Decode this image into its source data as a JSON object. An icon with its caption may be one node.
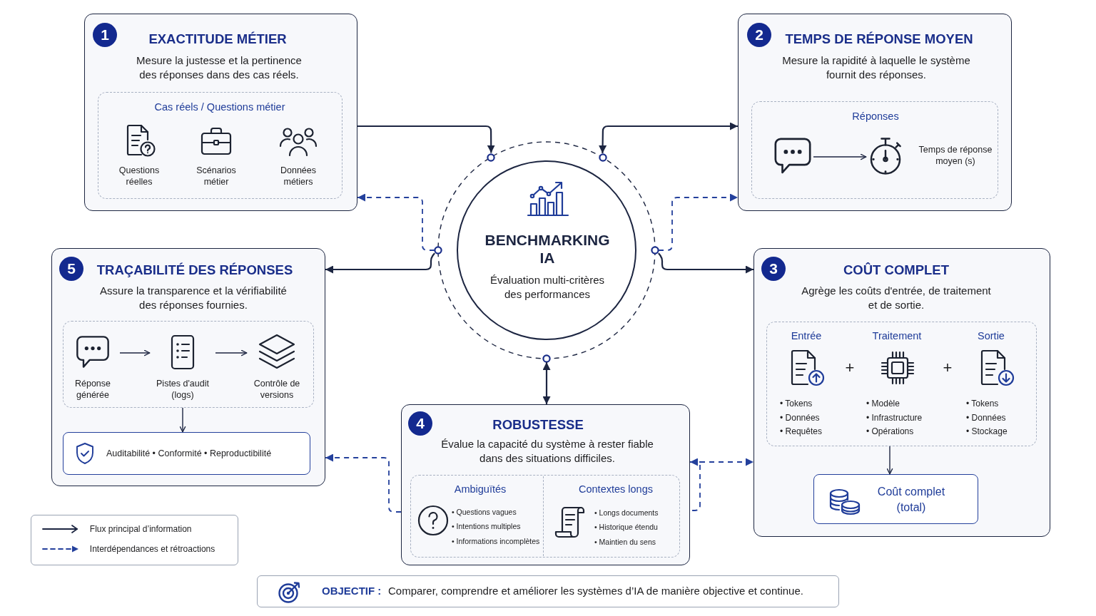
{
  "diagram": {
    "nodes": [
      {
        "text": [
          "EXACTITUDE MÉTIER",
          "Mesure la justesse et la pertinence des réponses dans des cas réels."
        ]
      },
      {
        "text": [
          "1"
        ],
        "in": 0
      },
      {
        "text": [
          "Cas réels / Questions métier"
        ],
        "in": 0
      },
      {
        "text": [
          "Questions réelles"
        ],
        "in": 2
      },
      {
        "text": [
          "Scénarios métier"
        ],
        "in": 2
      },
      {
        "text": [
          "Données métiers"
        ],
        "in": 2
      },
      {
        "text": [
          "TEMPS DE RÉPONSE MOYEN",
          "Mesure la rapidité à laquelle le système fournit des réponses."
        ]
      },
      {
        "text": [
          "2"
        ],
        "in": 6
      },
      {
        "text": [
          "Réponses"
        ],
        "in": 6
      },
      {
        "text": [],
        "shape": "picture",
        "in": 8
      },
      {
        "text": [
          "Temps de réponse moyen (s)"
        ],
        "in": 8
      },
      {
        "text": [
          "BENCHMARKING IA",
          "Évaluation multi-critères des performances"
        ]
      },
      {
        "text": [
          "TRAÇABILITÉ DES RÉPONSES",
          "Assure la transparence et la vérifiabilité des réponses fournies."
        ]
      },
      {
        "text": [
          "5"
        ],
        "in": 12
      },
      {
        "text": [],
        "shape": "box",
        "in": 12
      },
      {
        "text": [
          "Réponse générée"
        ],
        "in": 14
      },
      {
        "text": [
          "Pistes d'audit (logs)"
        ],
        "in": 14
      },
      {
        "text": [
          "Contrôle de versions"
        ],
        "in": 14
      },
      {
        "text": [
          "Auditabilité • Conformité • Reproductibilité"
        ],
        "in": 12
      },
      {
        "text": [
          "COÛT COMPLET",
          "Agrège les coûts d'entrée, de traitement et de sortie."
        ]
      },
      {
        "text": [
          "3"
        ],
        "in": 19
      },
      {
        "text": [],
        "shape": "box",
        "in": 19
      },
      {
        "text": [
          "Entrée",
          "• Tokens",
          "• Données",
          "• Requêtes"
        ],
        "in": 21
      },
      {
        "text": [
          "Traitement",
          "• Modèle",
          "• Infrastructure",
          "• Opérations"
        ],
        "in": 21
      },
      {
        "text": [
          "Sortie",
          "• Tokens",
          "• Données",
          "• Stockage"
        ],
        "in": 21
      },
      {
        "text": [
          "Coût complet (total)"
        ],
        "in": 19
      },
      {
        "text": [
          "ROBUSTESSE",
          "Évalue la capacité du système à rester fiable dans des situations difficiles."
        ]
      },
      {
        "text": [
          "4"
        ],
        "in": 26
      },
      {
        "text": [],
        "shape": "box",
        "in": 26
      },
      {
        "text": [
          "Ambiguïtés",
          "• Questions vagues",
          "• Intentions multiples",
          "• Informations incomplètes"
        ],
        "in": 28
      },
      {
        "text": [
          "Contextes longs",
          "• Longs documents",
          "• Historique étendu",
          "• Maintien du sens"
        ],
        "in": 28
      },
      {
        "text": [
          "OBJECTIF :",
          "Comparer, comprendre et améliorer les systèmes d’IA de manière objective et continue."
        ]
      }
    ],
    "edges": [
      {
        "from": 0,
        "to": 11,
        "arrow": "to"
      },
      {
        "from": 11,
        "to": 6,
        "arrow": "both"
      },
      {
        "from": 11,
        "to": 12,
        "arrow": "to"
      },
      {
        "from": 11,
        "to": 19,
        "arrow": "to"
      },
      {
        "from": 11,
        "to": 26,
        "arrow": "both"
      },
      {
        "from": 11,
        "to": 0,
        "arrow": "to",
        "style": "dashed",
        "color": "#24409c"
      },
      {
        "from": 11,
        "to": 6,
        "arrow": "to",
        "style": "dashed",
        "color": "#24409c"
      },
      {
        "from": 26,
        "to": 12,
        "arrow": "to",
        "style": "dashed",
        "color": "#24409c"
      },
      {
        "from": 26,
        "to": 19,
        "arrow": "both",
        "style": "dashed",
        "color": "#24409c"
      },
      {
        "from": 9,
        "to": 10,
        "arrow": "to"
      },
      {
        "from": 15,
        "to": 16,
        "arrow": "to"
      },
      {
        "from": 16,
        "to": 17,
        "arrow": "to"
      },
      {
        "from": 14,
        "to": 18,
        "arrow": "to"
      },
      {
        "from": 21,
        "to": 25,
        "arrow": "to"
      }
    ],
    "labels": [
      "+",
      "+"
    ],
    "legend": [
      {
        "text": "Flux principal d’information"
      },
      {
        "text": "Interdépendances et rétroactions"
      }
    ]
  }
}
